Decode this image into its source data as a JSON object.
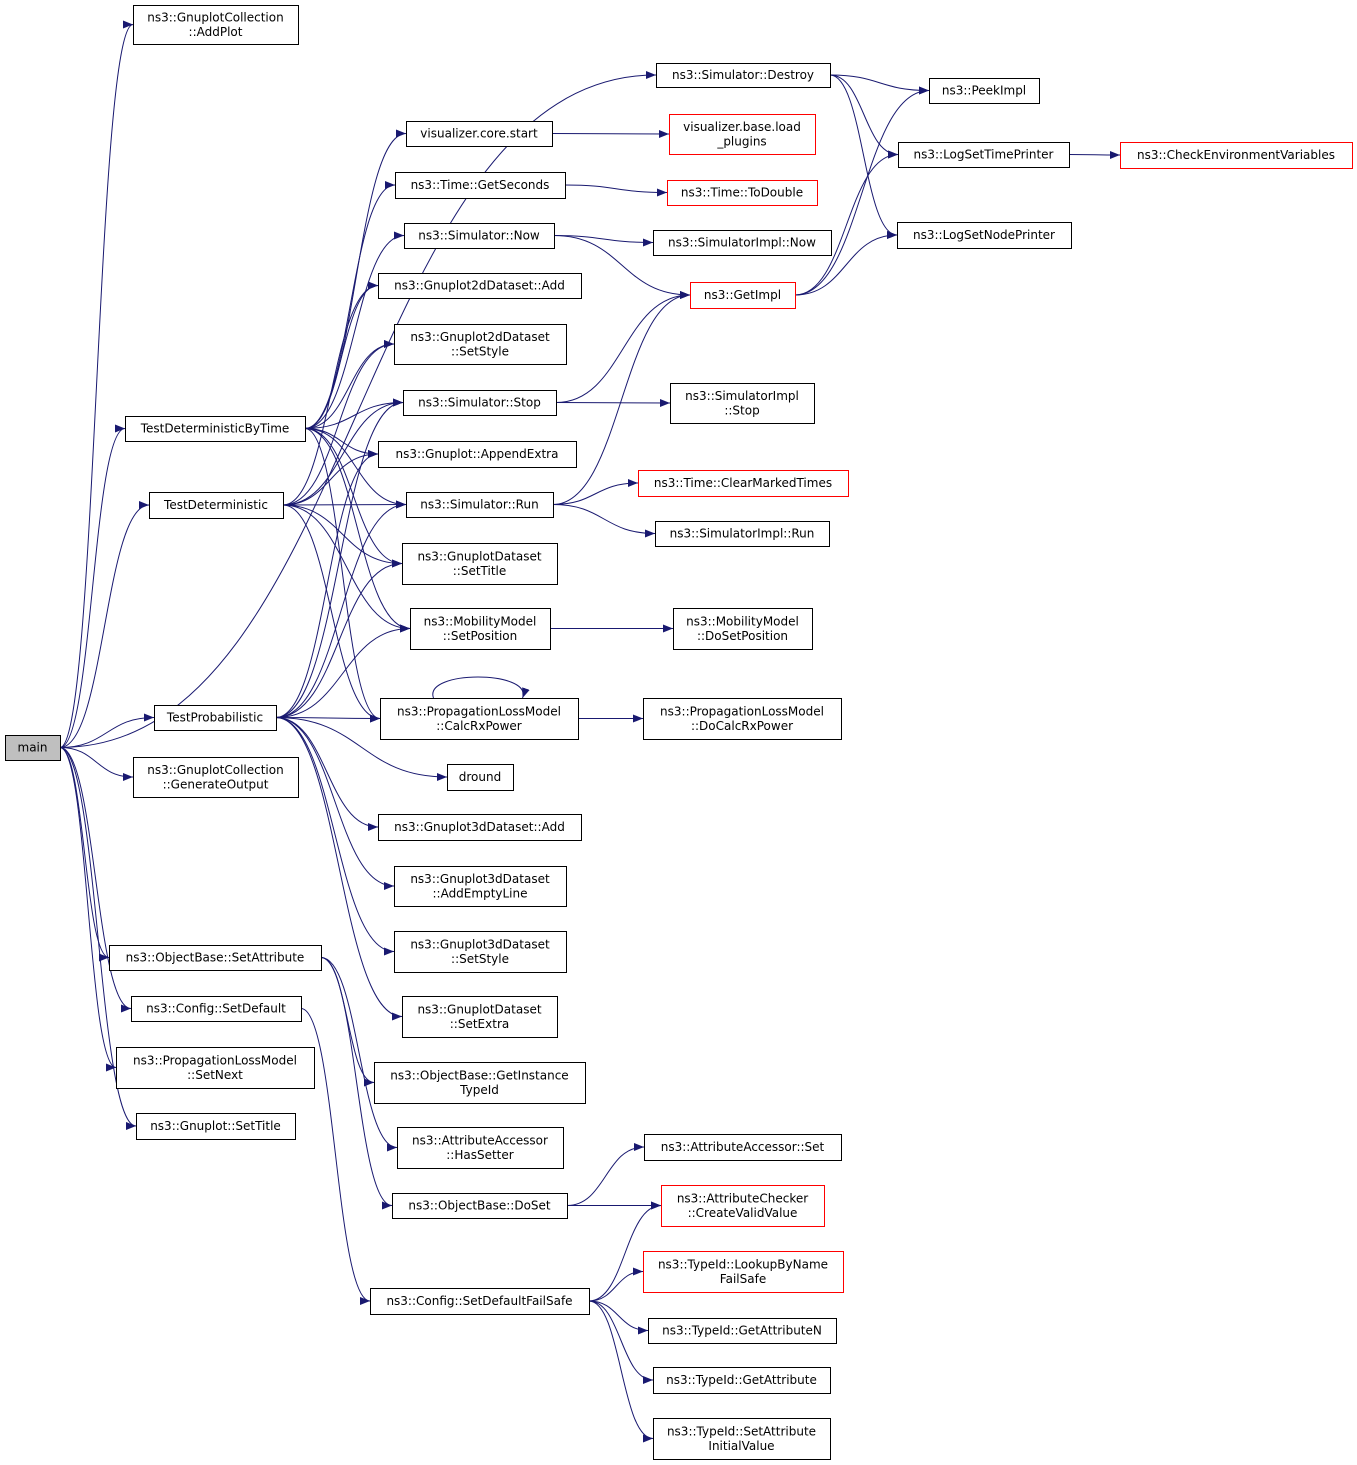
{
  "colors": {
    "edge": "#191970",
    "node_border": "#000000",
    "truncated_node_border": "#ff0000",
    "root_fill": "#bfbfbf",
    "node_fill": "#ffffff"
  },
  "nodes": [
    {
      "id": "main",
      "lines": [
        "main"
      ],
      "root": true
    },
    {
      "id": "gnuplotcollection-addplot",
      "lines": [
        "ns3::GnuplotCollection",
        "::AddPlot"
      ]
    },
    {
      "id": "simulator-destroy",
      "lines": [
        "ns3::Simulator::Destroy"
      ]
    },
    {
      "id": "peekimpl",
      "lines": [
        "ns3::PeekImpl"
      ]
    },
    {
      "id": "visualizer-core-start",
      "lines": [
        "visualizer.core.start"
      ]
    },
    {
      "id": "visualizer-base-load-plugins",
      "lines": [
        "visualizer.base.load",
        "_plugins"
      ],
      "truncated": true
    },
    {
      "id": "logsettimeprinter",
      "lines": [
        "ns3::LogSetTimePrinter"
      ]
    },
    {
      "id": "checkenvironmentvariables",
      "lines": [
        "ns3::CheckEnvironmentVariables"
      ],
      "truncated": true
    },
    {
      "id": "time-getseconds",
      "lines": [
        "ns3::Time::GetSeconds"
      ]
    },
    {
      "id": "time-todouble",
      "lines": [
        "ns3::Time::ToDouble"
      ],
      "truncated": true
    },
    {
      "id": "simulator-now",
      "lines": [
        "ns3::Simulator::Now"
      ]
    },
    {
      "id": "simulatorimpl-now",
      "lines": [
        "ns3::SimulatorImpl::Now"
      ]
    },
    {
      "id": "logsetnodeprinter",
      "lines": [
        "ns3::LogSetNodePrinter"
      ]
    },
    {
      "id": "gnuplot2ddataset-add",
      "lines": [
        "ns3::Gnuplot2dDataset::Add"
      ]
    },
    {
      "id": "getimpl",
      "lines": [
        "ns3::GetImpl"
      ],
      "truncated": true
    },
    {
      "id": "gnuplot2ddataset-setstyle",
      "lines": [
        "ns3::Gnuplot2dDataset",
        "::SetStyle"
      ]
    },
    {
      "id": "simulator-stop",
      "lines": [
        "ns3::Simulator::Stop"
      ]
    },
    {
      "id": "simulatorimpl-stop",
      "lines": [
        "ns3::SimulatorImpl",
        "::Stop"
      ]
    },
    {
      "id": "testdeterministicbytime",
      "lines": [
        "TestDeterministicByTime"
      ]
    },
    {
      "id": "gnuplot-appendextra",
      "lines": [
        "ns3::Gnuplot::AppendExtra"
      ]
    },
    {
      "id": "time-clearmarkedtimes",
      "lines": [
        "ns3::Time::ClearMarkedTimes"
      ],
      "truncated": true
    },
    {
      "id": "testdeterministic",
      "lines": [
        "TestDeterministic"
      ]
    },
    {
      "id": "simulator-run",
      "lines": [
        "ns3::Simulator::Run"
      ]
    },
    {
      "id": "simulatorimpl-run",
      "lines": [
        "ns3::SimulatorImpl::Run"
      ]
    },
    {
      "id": "gnuplotdataset-settitle",
      "lines": [
        "ns3::GnuplotDataset",
        "::SetTitle"
      ]
    },
    {
      "id": "mobilitymodel-setposition",
      "lines": [
        "ns3::MobilityModel",
        "::SetPosition"
      ]
    },
    {
      "id": "mobilitymodel-dosetposition",
      "lines": [
        "ns3::MobilityModel",
        "::DoSetPosition"
      ]
    },
    {
      "id": "testprobabilistic",
      "lines": [
        "TestProbabilistic"
      ]
    },
    {
      "id": "propagationlossmodel-calcrxpower",
      "lines": [
        "ns3::PropagationLossModel",
        "::CalcRxPower"
      ]
    },
    {
      "id": "propagationlossmodel-docalcrxpower",
      "lines": [
        "ns3::PropagationLossModel",
        "::DoCalcRxPower"
      ]
    },
    {
      "id": "gnuplotcollection-generateoutput",
      "lines": [
        "ns3::GnuplotCollection",
        "::GenerateOutput"
      ]
    },
    {
      "id": "dround",
      "lines": [
        "dround"
      ]
    },
    {
      "id": "gnuplot3ddataset-add",
      "lines": [
        "ns3::Gnuplot3dDataset::Add"
      ]
    },
    {
      "id": "gnuplot3ddataset-addemptyline",
      "lines": [
        "ns3::Gnuplot3dDataset",
        "::AddEmptyLine"
      ]
    },
    {
      "id": "gnuplot3ddataset-setstyle",
      "lines": [
        "ns3::Gnuplot3dDataset",
        "::SetStyle"
      ]
    },
    {
      "id": "objectbase-setattribute",
      "lines": [
        "ns3::ObjectBase::SetAttribute"
      ]
    },
    {
      "id": "config-setdefault",
      "lines": [
        "ns3::Config::SetDefault"
      ]
    },
    {
      "id": "gnuplotdataset-setextra",
      "lines": [
        "ns3::GnuplotDataset",
        "::SetExtra"
      ]
    },
    {
      "id": "propagationlossmodel-setnext",
      "lines": [
        "ns3::PropagationLossModel",
        "::SetNext"
      ]
    },
    {
      "id": "objectbase-getinstancetypeid",
      "lines": [
        "ns3::ObjectBase::GetInstance",
        "TypeId"
      ]
    },
    {
      "id": "gnuplot-settitle",
      "lines": [
        "ns3::Gnuplot::SetTitle"
      ]
    },
    {
      "id": "attributeaccessor-hassetter",
      "lines": [
        "ns3::AttributeAccessor",
        "::HasSetter"
      ]
    },
    {
      "id": "attributeaccessor-set",
      "lines": [
        "ns3::AttributeAccessor::Set"
      ]
    },
    {
      "id": "objectbase-doset",
      "lines": [
        "ns3::ObjectBase::DoSet"
      ]
    },
    {
      "id": "attributechecker-createvalidvalue",
      "lines": [
        "ns3::AttributeChecker",
        "::CreateValidValue"
      ],
      "truncated": true
    },
    {
      "id": "typeid-lookupbynamefailsafe",
      "lines": [
        "ns3::TypeId::LookupByName",
        "FailSafe"
      ],
      "truncated": true
    },
    {
      "id": "config-setdefaultfailsafe",
      "lines": [
        "ns3::Config::SetDefaultFailSafe"
      ]
    },
    {
      "id": "typeid-getattributen",
      "lines": [
        "ns3::TypeId::GetAttributeN"
      ]
    },
    {
      "id": "typeid-getattribute",
      "lines": [
        "ns3::TypeId::GetAttribute"
      ]
    },
    {
      "id": "typeid-setattributeinitialvalue",
      "lines": [
        "ns3::TypeId::SetAttribute",
        "InitialValue"
      ]
    }
  ],
  "edges": [
    [
      "main",
      "gnuplotcollection-addplot"
    ],
    [
      "main",
      "simulator-destroy"
    ],
    [
      "main",
      "testdeterministicbytime"
    ],
    [
      "main",
      "testdeterministic"
    ],
    [
      "main",
      "testprobabilistic"
    ],
    [
      "main",
      "gnuplotcollection-generateoutput"
    ],
    [
      "main",
      "objectbase-setattribute"
    ],
    [
      "main",
      "config-setdefault"
    ],
    [
      "main",
      "propagationlossmodel-setnext"
    ],
    [
      "main",
      "gnuplot-settitle"
    ],
    [
      "simulator-destroy",
      "peekimpl"
    ],
    [
      "simulator-destroy",
      "logsettimeprinter"
    ],
    [
      "simulator-destroy",
      "logsetnodeprinter"
    ],
    [
      "visualizer-core-start",
      "visualizer-base-load-plugins"
    ],
    [
      "logsettimeprinter",
      "checkenvironmentvariables"
    ],
    [
      "time-getseconds",
      "time-todouble"
    ],
    [
      "simulator-now",
      "simulatorimpl-now"
    ],
    [
      "simulator-now",
      "getimpl"
    ],
    [
      "getimpl",
      "peekimpl"
    ],
    [
      "getimpl",
      "logsettimeprinter"
    ],
    [
      "getimpl",
      "logsetnodeprinter"
    ],
    [
      "simulator-stop",
      "getimpl"
    ],
    [
      "simulator-stop",
      "simulatorimpl-stop"
    ],
    [
      "simulator-run",
      "getimpl"
    ],
    [
      "simulator-run",
      "time-clearmarkedtimes"
    ],
    [
      "simulator-run",
      "simulatorimpl-run"
    ],
    [
      "testdeterministicbytime",
      "visualizer-core-start"
    ],
    [
      "testdeterministicbytime",
      "time-getseconds"
    ],
    [
      "testdeterministicbytime",
      "simulator-now"
    ],
    [
      "testdeterministicbytime",
      "gnuplot2ddataset-add"
    ],
    [
      "testdeterministicbytime",
      "gnuplot2ddataset-setstyle"
    ],
    [
      "testdeterministicbytime",
      "simulator-stop"
    ],
    [
      "testdeterministicbytime",
      "gnuplot-appendextra"
    ],
    [
      "testdeterministicbytime",
      "simulator-run"
    ],
    [
      "testdeterministicbytime",
      "gnuplotdataset-settitle"
    ],
    [
      "testdeterministicbytime",
      "mobilitymodel-setposition"
    ],
    [
      "testdeterministicbytime",
      "propagationlossmodel-calcrxpower"
    ],
    [
      "testdeterministic",
      "gnuplot2ddataset-add"
    ],
    [
      "testdeterministic",
      "gnuplot2ddataset-setstyle"
    ],
    [
      "testdeterministic",
      "simulator-stop"
    ],
    [
      "testdeterministic",
      "gnuplot-appendextra"
    ],
    [
      "testdeterministic",
      "simulator-run"
    ],
    [
      "testdeterministic",
      "gnuplotdataset-settitle"
    ],
    [
      "testdeterministic",
      "mobilitymodel-setposition"
    ],
    [
      "testdeterministic",
      "propagationlossmodel-calcrxpower"
    ],
    [
      "testprobabilistic",
      "simulator-stop"
    ],
    [
      "testprobabilistic",
      "gnuplot-appendextra"
    ],
    [
      "testprobabilistic",
      "simulator-run"
    ],
    [
      "testprobabilistic",
      "gnuplotdataset-settitle"
    ],
    [
      "testprobabilistic",
      "mobilitymodel-setposition"
    ],
    [
      "testprobabilistic",
      "propagationlossmodel-calcrxpower"
    ],
    [
      "testprobabilistic",
      "dround"
    ],
    [
      "testprobabilistic",
      "gnuplot3ddataset-add"
    ],
    [
      "testprobabilistic",
      "gnuplot3ddataset-addemptyline"
    ],
    [
      "testprobabilistic",
      "gnuplot3ddataset-setstyle"
    ],
    [
      "testprobabilistic",
      "gnuplotdataset-setextra"
    ],
    [
      "mobilitymodel-setposition",
      "mobilitymodel-dosetposition"
    ],
    [
      "propagationlossmodel-calcrxpower",
      "propagationlossmodel-calcrxpower"
    ],
    [
      "propagationlossmodel-calcrxpower",
      "propagationlossmodel-docalcrxpower"
    ],
    [
      "objectbase-setattribute",
      "objectbase-getinstancetypeid"
    ],
    [
      "objectbase-setattribute",
      "attributeaccessor-hassetter"
    ],
    [
      "objectbase-setattribute",
      "objectbase-doset"
    ],
    [
      "config-setdefault",
      "config-setdefaultfailsafe"
    ],
    [
      "objectbase-doset",
      "attributeaccessor-set"
    ],
    [
      "objectbase-doset",
      "attributechecker-createvalidvalue"
    ],
    [
      "config-setdefaultfailsafe",
      "attributechecker-createvalidvalue"
    ],
    [
      "config-setdefaultfailsafe",
      "typeid-lookupbynamefailsafe"
    ],
    [
      "config-setdefaultfailsafe",
      "typeid-getattributen"
    ],
    [
      "config-setdefaultfailsafe",
      "typeid-getattribute"
    ],
    [
      "config-setdefaultfailsafe",
      "typeid-setattributeinitialvalue"
    ]
  ]
}
